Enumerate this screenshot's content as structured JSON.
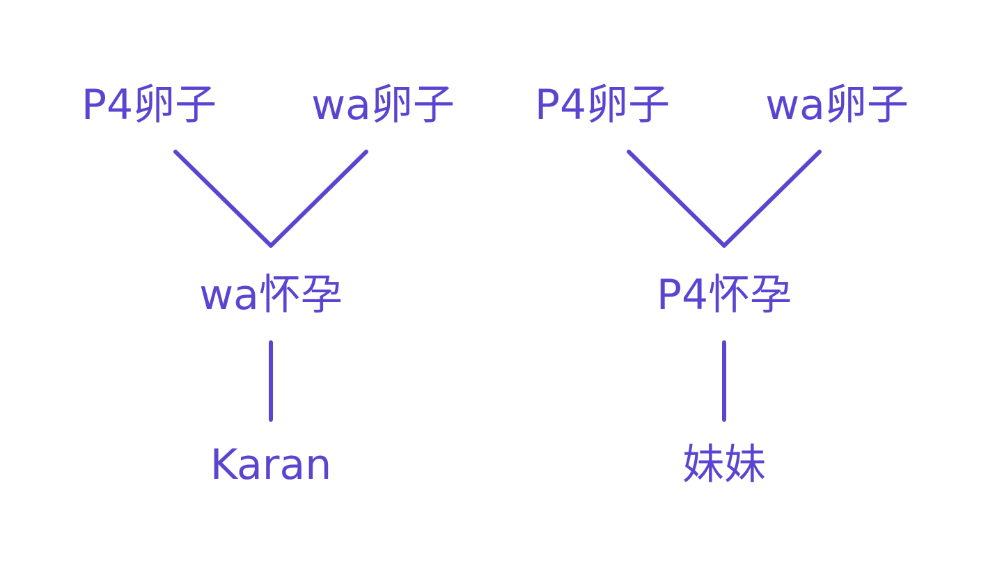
{
  "accent_color": "#5b45d0",
  "left_tree": {
    "parent_a": "P4卵子",
    "parent_b": "wa卵子",
    "carrier": "wa怀孕",
    "child": "Karan"
  },
  "right_tree": {
    "parent_a": "P4卵子",
    "parent_b": "wa卵子",
    "carrier": "P4怀孕",
    "child": "妹妹"
  }
}
